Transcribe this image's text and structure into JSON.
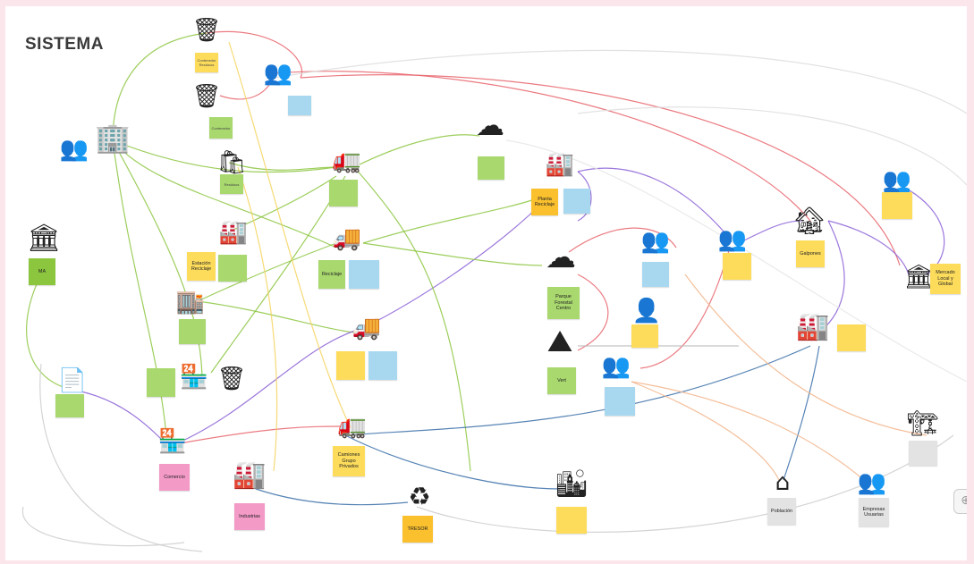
{
  "title": "SISTEMA",
  "colors": {
    "background": "#fbe6ec",
    "board": "#ffffff",
    "note_yellow": "#fddc5c",
    "note_green": "#a8d86e",
    "note_blue": "#a7d8f0",
    "note_pink": "#f39ac7",
    "note_grey": "#e3e3e3"
  },
  "nodes": {
    "contenedor_residuos": {
      "icon": "waste-bin-icon",
      "note": "Contenedor Residuos"
    },
    "personas_top": {
      "icon": "people-group-icon",
      "note": ""
    },
    "contenedor": {
      "icon": "waste-bin-icon",
      "note": "Contenedor"
    },
    "edificio": {
      "icon": "apartment-building-icon",
      "note": ""
    },
    "personas_left": {
      "icon": "people-group-icon",
      "note": ""
    },
    "bolsas": {
      "icon": "trash-bags-icon",
      "note": "Residuos"
    },
    "estacion": {
      "icon": "transfer-station-icon",
      "note": "Estación Reciclaje"
    },
    "gobierno": {
      "icon": "government-building-icon",
      "note": "MA"
    },
    "cocina": {
      "icon": "kitchen-icon",
      "note": ""
    },
    "documento": {
      "icon": "document-icon",
      "note": ""
    },
    "mercado": {
      "icon": "market-stall-icon",
      "note": ""
    },
    "almacen": {
      "icon": "shop-icon",
      "note": "Comercio"
    },
    "industria_abajo": {
      "icon": "factory-icon",
      "note": "Industrias"
    },
    "camion_compactador": {
      "icon": "garbage-truck-icon",
      "note": ""
    },
    "camion_reciclaje": {
      "icon": "recycling-truck-icon",
      "note": "Reciclaje"
    },
    "camion_reparto": {
      "icon": "delivery-truck-icon",
      "note": ""
    },
    "camion_volteo": {
      "icon": "dump-truck-icon",
      "note": "Camiones Grupo Privados"
    },
    "tresor": {
      "icon": "recycle-leaf-icon",
      "note": "TRESOR"
    },
    "vertedero_emisiones": {
      "icon": "polluted-dump-icon",
      "note": ""
    },
    "planta_tratamiento": {
      "icon": "treatment-plant-icon",
      "note": "Planta Reciclaje"
    },
    "vertedero_central": {
      "icon": "polluted-dump-icon",
      "note": "Parque Forestal Centro"
    },
    "pila_basura": {
      "icon": "trash-pile-icon",
      "note": "Vert"
    },
    "ciudad": {
      "icon": "city-buildings-icon",
      "note": ""
    },
    "personas_centro": {
      "icon": "people-group-icon",
      "note": ""
    },
    "persona": {
      "icon": "person-icon",
      "note": ""
    },
    "personas_bajo": {
      "icon": "people-group-icon",
      "note": ""
    },
    "personas_derecha": {
      "icon": "people-group-icon",
      "note": ""
    },
    "galpon": {
      "icon": "warehouse-icon",
      "note": "Galpones"
    },
    "personas_arriba_der": {
      "icon": "people-group-icon",
      "note": ""
    },
    "fabrica": {
      "icon": "factory-icon",
      "note": ""
    },
    "mercado_der": {
      "icon": "market-building-icon",
      "note": "Mercado Local y Global"
    },
    "fabrica_der": {
      "icon": "industrial-plant-icon",
      "note": ""
    },
    "hogar": {
      "icon": "home-icon",
      "note": "Población"
    },
    "grupo": {
      "icon": "workers-group-icon",
      "note": "Empresas Usuarias"
    }
  }
}
